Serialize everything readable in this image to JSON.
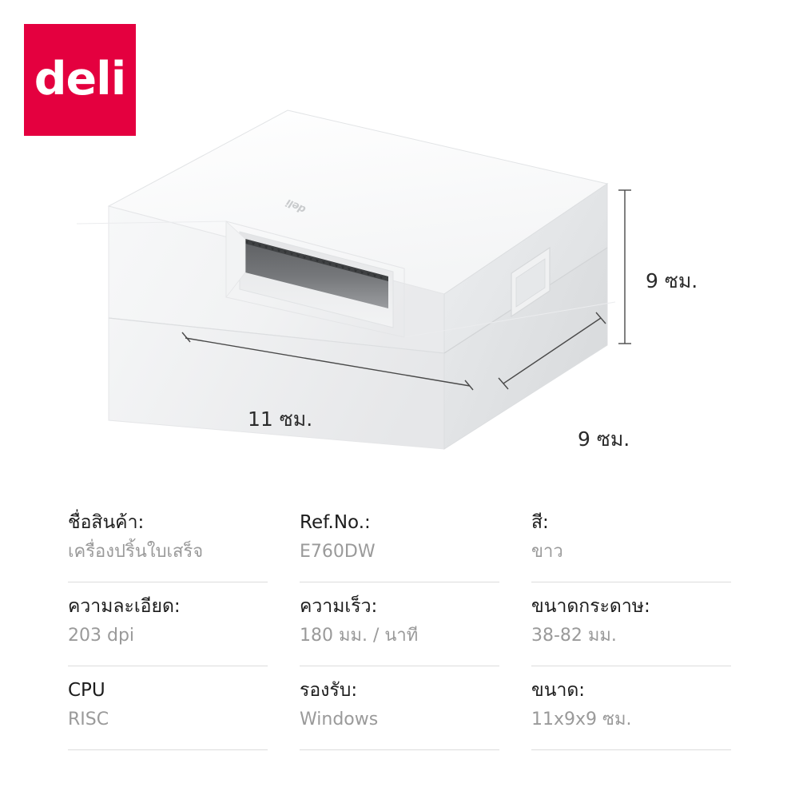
{
  "brand": {
    "name": "deli",
    "logo_background": "#e4003f",
    "logo_text_color": "#ffffff"
  },
  "product": {
    "body_color": "#ffffff",
    "button_color": "#1f7cf2",
    "top_logo_text": "deli",
    "icons": {
      "power_button": "rounded-square-button-icon",
      "paper_slot": "paper-tear-slot-icon",
      "side_latch": "side-latch-icon"
    }
  },
  "dimensions": {
    "height": "9 ซม.",
    "width": "11 ซม.",
    "depth": "9 ซม."
  },
  "specs": [
    {
      "label": "ชื่อสินค้า:",
      "value": "เครื่องปริ้นใบเสร็จ"
    },
    {
      "label": "Ref.No.:",
      "value": "E760DW"
    },
    {
      "label": "สี:",
      "value": "ขาว"
    },
    {
      "label": "ความละเอียด:",
      "value": "203 dpi"
    },
    {
      "label": "ความเร็ว:",
      "value": "180 มม. / นาที"
    },
    {
      "label": "ขนาดกระดาษ:",
      "value": "38-82 มม."
    },
    {
      "label": "CPU",
      "value": "RISC"
    },
    {
      "label": "รองรับ:",
      "value": "Windows"
    },
    {
      "label": "ขนาด:",
      "value": "11x9x9 ซม."
    }
  ]
}
